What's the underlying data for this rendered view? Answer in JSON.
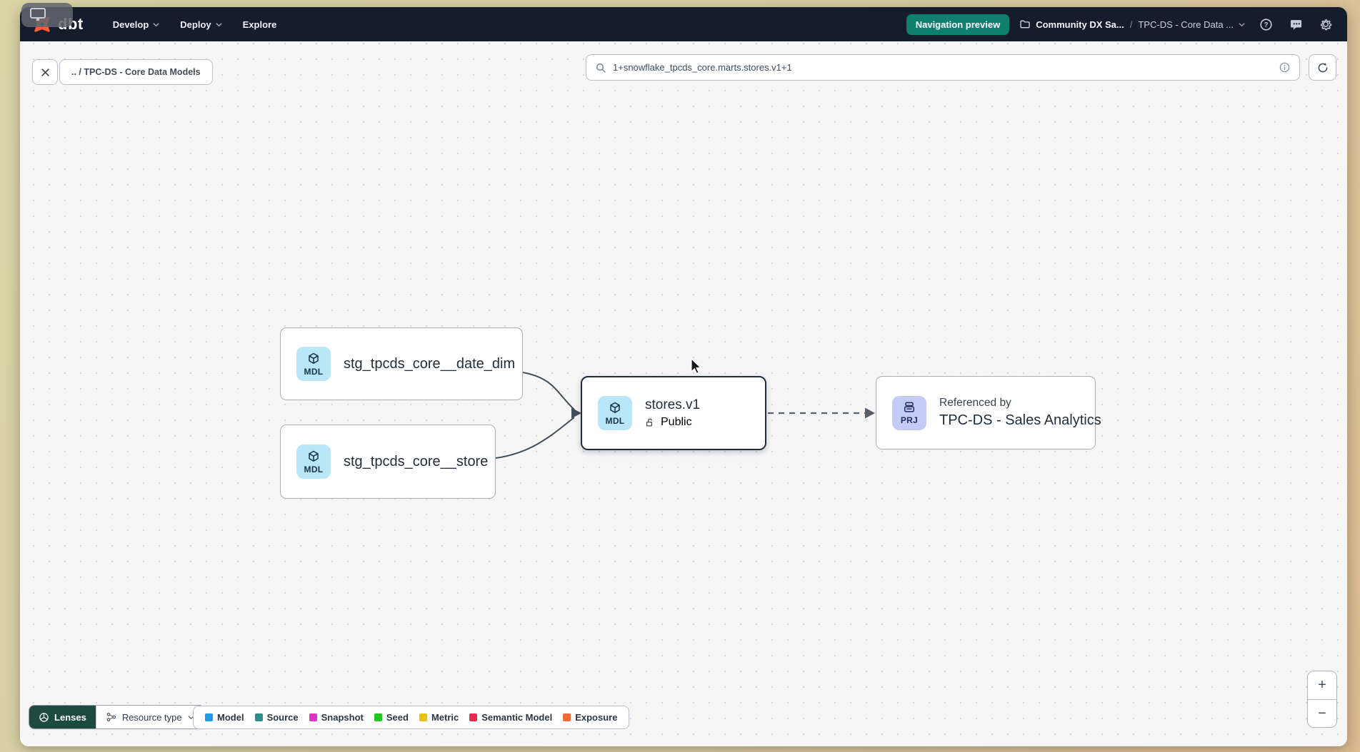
{
  "app": {
    "logo_text": "dbt"
  },
  "navbar": {
    "menu": [
      {
        "label": "Develop"
      },
      {
        "label": "Deploy"
      },
      {
        "label": "Explore"
      }
    ],
    "preview_badge": "Navigation preview",
    "breadcrumb": {
      "account": "Community DX Sa...",
      "separator": "/",
      "project": "TPC-DS - Core Data ..."
    }
  },
  "toolbar": {
    "path_chip": ".. / TPC-DS - Core Data Models",
    "search_value": "1+snowflake_tpcds_core.marts.stores.v1+1"
  },
  "graph": {
    "nodes": [
      {
        "badge": "MDL",
        "label": "stg_tpcds_core__date_dim"
      },
      {
        "badge": "MDL",
        "label": "stg_tpcds_core__store"
      },
      {
        "badge": "MDL",
        "label": "stores.v1",
        "sublabel": "Public"
      },
      {
        "badge": "PRJ",
        "overline": "Referenced by",
        "label": "TPC-DS - Sales Analytics"
      }
    ]
  },
  "footer": {
    "lenses_label": "Lenses",
    "resource_type_label": "Resource type",
    "legend": [
      {
        "label": "Model",
        "color": "#1e9ce3"
      },
      {
        "label": "Source",
        "color": "#2f8d8a"
      },
      {
        "label": "Snapshot",
        "color": "#e032c5"
      },
      {
        "label": "Seed",
        "color": "#22c722"
      },
      {
        "label": "Metric",
        "color": "#eac013"
      },
      {
        "label": "Semantic Model",
        "color": "#e82a4f"
      },
      {
        "label": "Exposure",
        "color": "#f0683a"
      }
    ]
  },
  "zoom_controls": {
    "zoom_in": "+",
    "zoom_out": "−"
  }
}
